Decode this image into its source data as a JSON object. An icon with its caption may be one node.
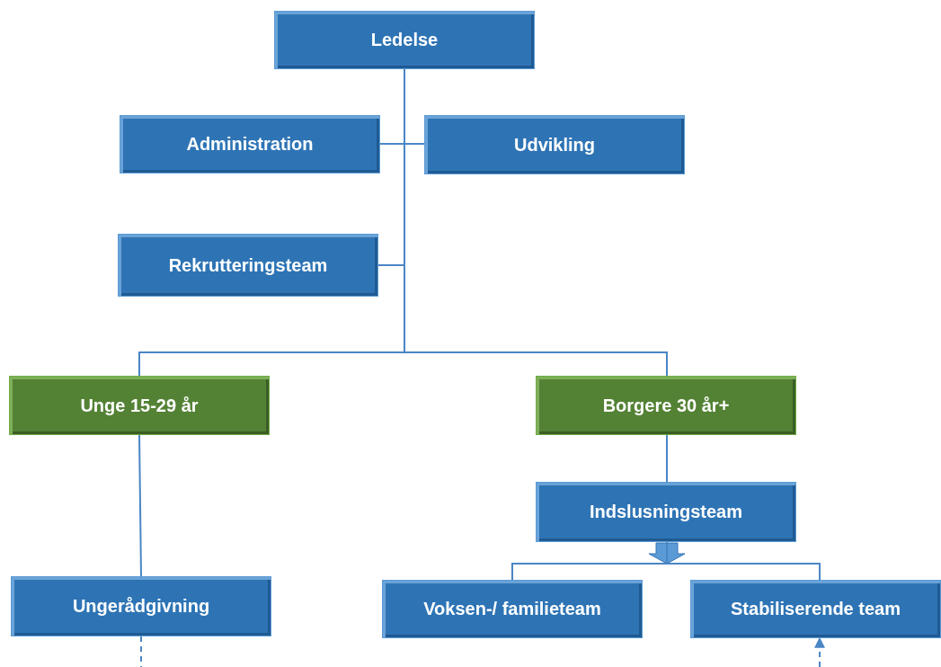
{
  "diagram": {
    "nodes": [
      {
        "text": [
          "Ledelse"
        ]
      },
      {
        "text": [
          "Administration"
        ]
      },
      {
        "text": [
          "Udvikling"
        ]
      },
      {
        "text": [
          "Rekrutteringsteam"
        ]
      },
      {
        "text": [
          "Unge 15-29 år"
        ]
      },
      {
        "text": [
          "Borgere 30 år+"
        ]
      },
      {
        "text": [
          "Indslusningsteam"
        ]
      },
      {
        "text": [
          "Ungerådgivning"
        ]
      },
      {
        "text": [
          "Voksen-/ familieteam"
        ]
      },
      {
        "text": [
          "Stabiliserende team"
        ]
      }
    ],
    "edges": [
      {
        "from": 0,
        "to": 1,
        "arrow": "none"
      },
      {
        "from": 0,
        "to": 2,
        "arrow": "none"
      },
      {
        "from": 0,
        "to": 3,
        "arrow": "none"
      },
      {
        "from": 0,
        "to": 4,
        "arrow": "none"
      },
      {
        "from": 0,
        "to": 5,
        "arrow": "none"
      },
      {
        "from": 4,
        "to": 7,
        "arrow": "none"
      },
      {
        "from": 5,
        "to": 6,
        "arrow": "none"
      },
      {
        "from": 6,
        "to": 8,
        "arrow": "none"
      },
      {
        "from": 6,
        "to": 9,
        "arrow": "none"
      },
      {
        "from": 7,
        "to": null,
        "arrow": "none",
        "style": "dashed"
      },
      {
        "from": null,
        "to": 9,
        "arrow": "to",
        "style": "dashed"
      }
    ]
  }
}
